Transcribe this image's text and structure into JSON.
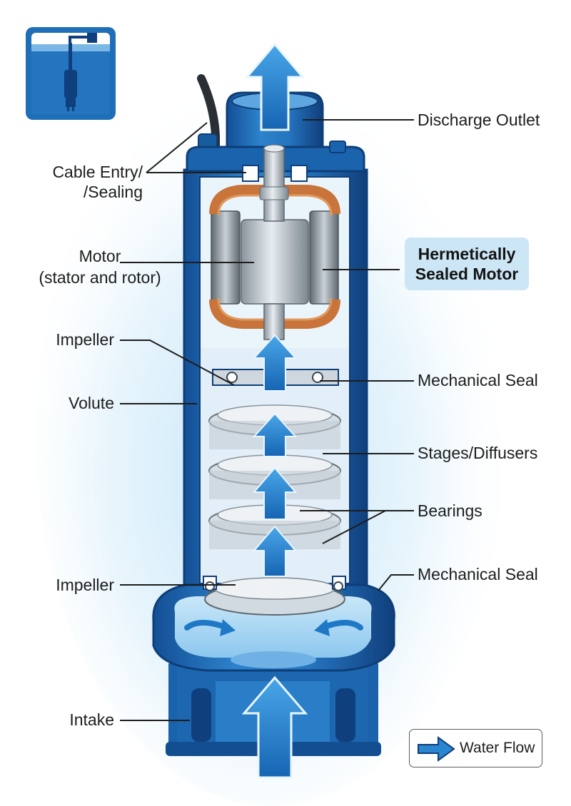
{
  "labels": {
    "discharge_outlet": "Discharge Outlet",
    "cable_entry_line1": "Cable Entry/",
    "cable_entry_line2": "/Sealing",
    "motor_line1": "Motor",
    "motor_line2": "(stator and rotor)",
    "hermetic_line1": "Hermetically",
    "hermetic_line2": "Sealed Motor",
    "impeller_upper": "Impeller",
    "mechanical_seal_upper": "Mechanical Seal",
    "volute": "Volute",
    "stages_diffusers": "Stages/Diffusers",
    "bearings": "Bearings",
    "impeller_lower": "Impeller",
    "mechanical_seal_lower": "Mechanical Seal",
    "intake": "Intake"
  },
  "legend": {
    "label": "Water Flow"
  },
  "colors": {
    "body_blue": "#1f6fb8",
    "dark_blue": "#0f3f7c",
    "light_blue": "#4b9ad9",
    "water_blue": "#9fd0f0",
    "callout_bg": "#cde6f5",
    "copper": "#c8743b",
    "steel": "#b9c2ca",
    "arrow_blue": "#2a86d0"
  },
  "icons": [
    "well-pump-icon",
    "flow-arrow-icon"
  ]
}
